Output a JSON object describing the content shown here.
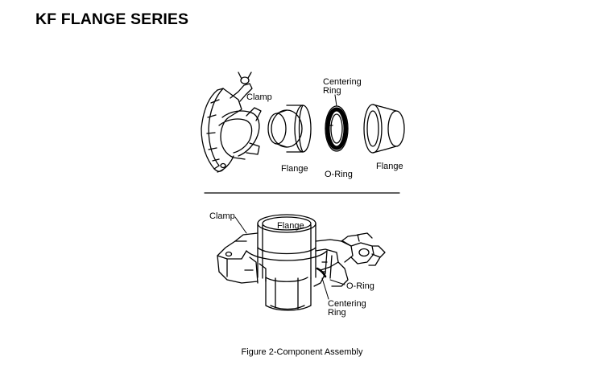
{
  "title": "KF FLANGE SERIES",
  "exploded_view": {
    "labels": {
      "clamp": "Clamp",
      "flange_left": "Flange",
      "centering_ring_line1": "Centering",
      "centering_ring_line2": "Ring",
      "o_ring": "O-Ring",
      "flange_right": "Flange"
    }
  },
  "assembled_view": {
    "labels": {
      "clamp": "Clamp",
      "flange": "Flange",
      "o_ring": "O-Ring",
      "centering_ring_line1": "Centering",
      "centering_ring_line2": "Ring"
    }
  },
  "caption": "Figure 2-Component Assembly",
  "colors": {
    "ink": "#000000",
    "background": "#ffffff"
  }
}
